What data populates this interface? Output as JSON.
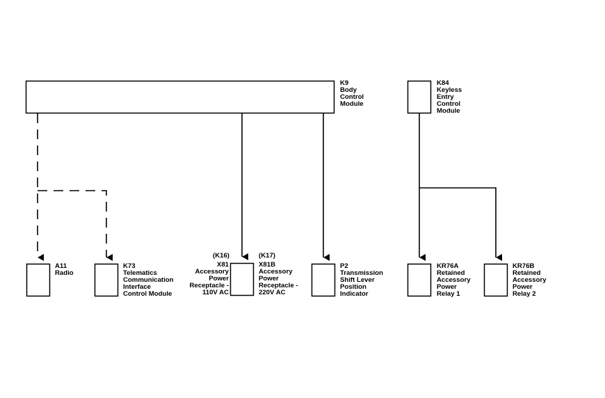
{
  "modules": {
    "k9": {
      "lines": [
        "K9",
        "Body",
        "Control",
        "Module"
      ]
    },
    "k84": {
      "lines": [
        "K84",
        "Keyless",
        "Entry",
        "Control",
        "Module"
      ]
    },
    "a11": {
      "lines": [
        "A11",
        "Radio"
      ]
    },
    "k73": {
      "lines": [
        "K73",
        "Telematics",
        "Communication",
        "Interface",
        "Control Module"
      ]
    },
    "x81": {
      "tag_left": "(K16)",
      "tag_right": "(K17)",
      "left_lines": [
        "X81",
        "Accessory",
        "Power",
        "Receptacle -",
        "110V AC"
      ],
      "right_lines": [
        "X81B",
        "Accessory",
        "Power",
        "Receptacle -",
        "220V AC"
      ]
    },
    "p2": {
      "lines": [
        "P2",
        "Transmission",
        "Shift Lever",
        "Position",
        "Indicator"
      ]
    },
    "kr76a": {
      "lines": [
        "KR76A",
        "Retained",
        "Accessory",
        "Power",
        "Relay 1"
      ]
    },
    "kr76b": {
      "lines": [
        "KR76B",
        "Retained",
        "Accessory",
        "Power",
        "Relay 2"
      ]
    }
  },
  "connections": [
    {
      "from": "K9",
      "to": "A11",
      "style": "dashed"
    },
    {
      "from": "K9",
      "to": "K73",
      "style": "dashed"
    },
    {
      "from": "K9",
      "to": "X81",
      "style": "solid"
    },
    {
      "from": "K9",
      "to": "P2",
      "style": "solid"
    },
    {
      "from": "K84",
      "to": "KR76A",
      "style": "solid"
    },
    {
      "from": "K84",
      "to": "KR76B",
      "style": "solid"
    }
  ]
}
